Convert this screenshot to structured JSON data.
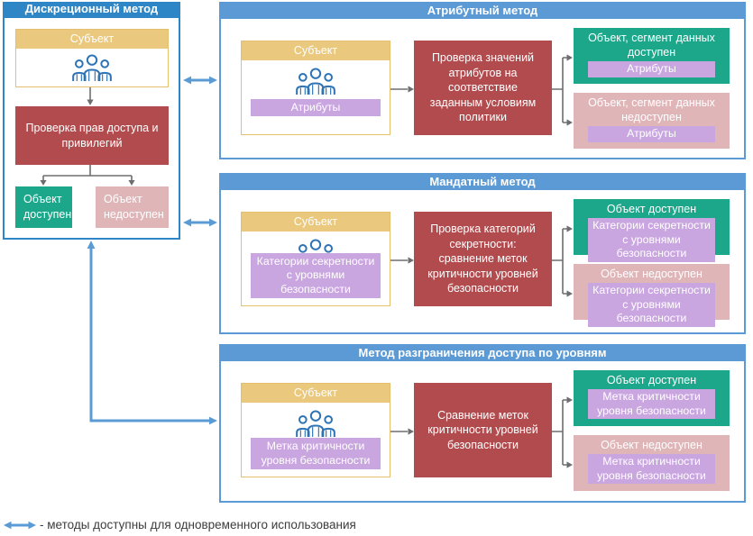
{
  "colors": {
    "blue_dark": "#2e86c6",
    "blue": "#5b9ad4",
    "arrow_blue": "#5b9bd5",
    "yellow": "#eac87e",
    "yellow_border": "#e4bf70",
    "red": "#b14b4e",
    "green": "#1ca78a",
    "pink": "#dfb5b8",
    "purple": "#c9a6df",
    "gray": "#6e6e6e",
    "icon_blue": "#2e74b5",
    "text_dark": "#3c3c3c"
  },
  "left_panel": {
    "title": "Дискреционный метод",
    "subject_title": "Субъект",
    "check": "Проверка прав доступа и привилегий",
    "granted": "Объект доступен",
    "denied": "Объект недоступен"
  },
  "panels": [
    {
      "title": "Атрибутный метод",
      "subject_title": "Субъект",
      "subject_label": "Атрибуты",
      "check": "Проверка значений атрибутов на соответствие заданным условиям политики",
      "granted_title": "Объект, сегмент данных доступен",
      "granted_label": "Атрибуты",
      "denied_title": "Объект, сегмент данных недоступен",
      "denied_label": "Атрибуты"
    },
    {
      "title": "Мандатный метод",
      "subject_title": "Субъект",
      "subject_label": "Категории секретности с уровнями безопасности",
      "check": "Проверка категорий секретности: сравнение меток критичности уровней безопасности",
      "granted_title": "Объект доступен",
      "granted_label": "Категории секретности с уровнями безопасности",
      "denied_title": "Объект недоступен",
      "denied_label": "Категории секретности с уровнями безопасности"
    },
    {
      "title": "Метод разграничения доступа по уровням",
      "subject_title": "Субъект",
      "subject_label": "Метка критичности уровня безопасности",
      "check": "Сравнение меток критичности уровней безопасности",
      "granted_title": "Объект доступен",
      "granted_label": "Метка критичности уровня безопасности",
      "denied_title": "Объект недоступен",
      "denied_label": "Метка критичности уровня безопасности"
    }
  ],
  "legend": {
    "text": "- методы доступны для одновременного использования"
  }
}
